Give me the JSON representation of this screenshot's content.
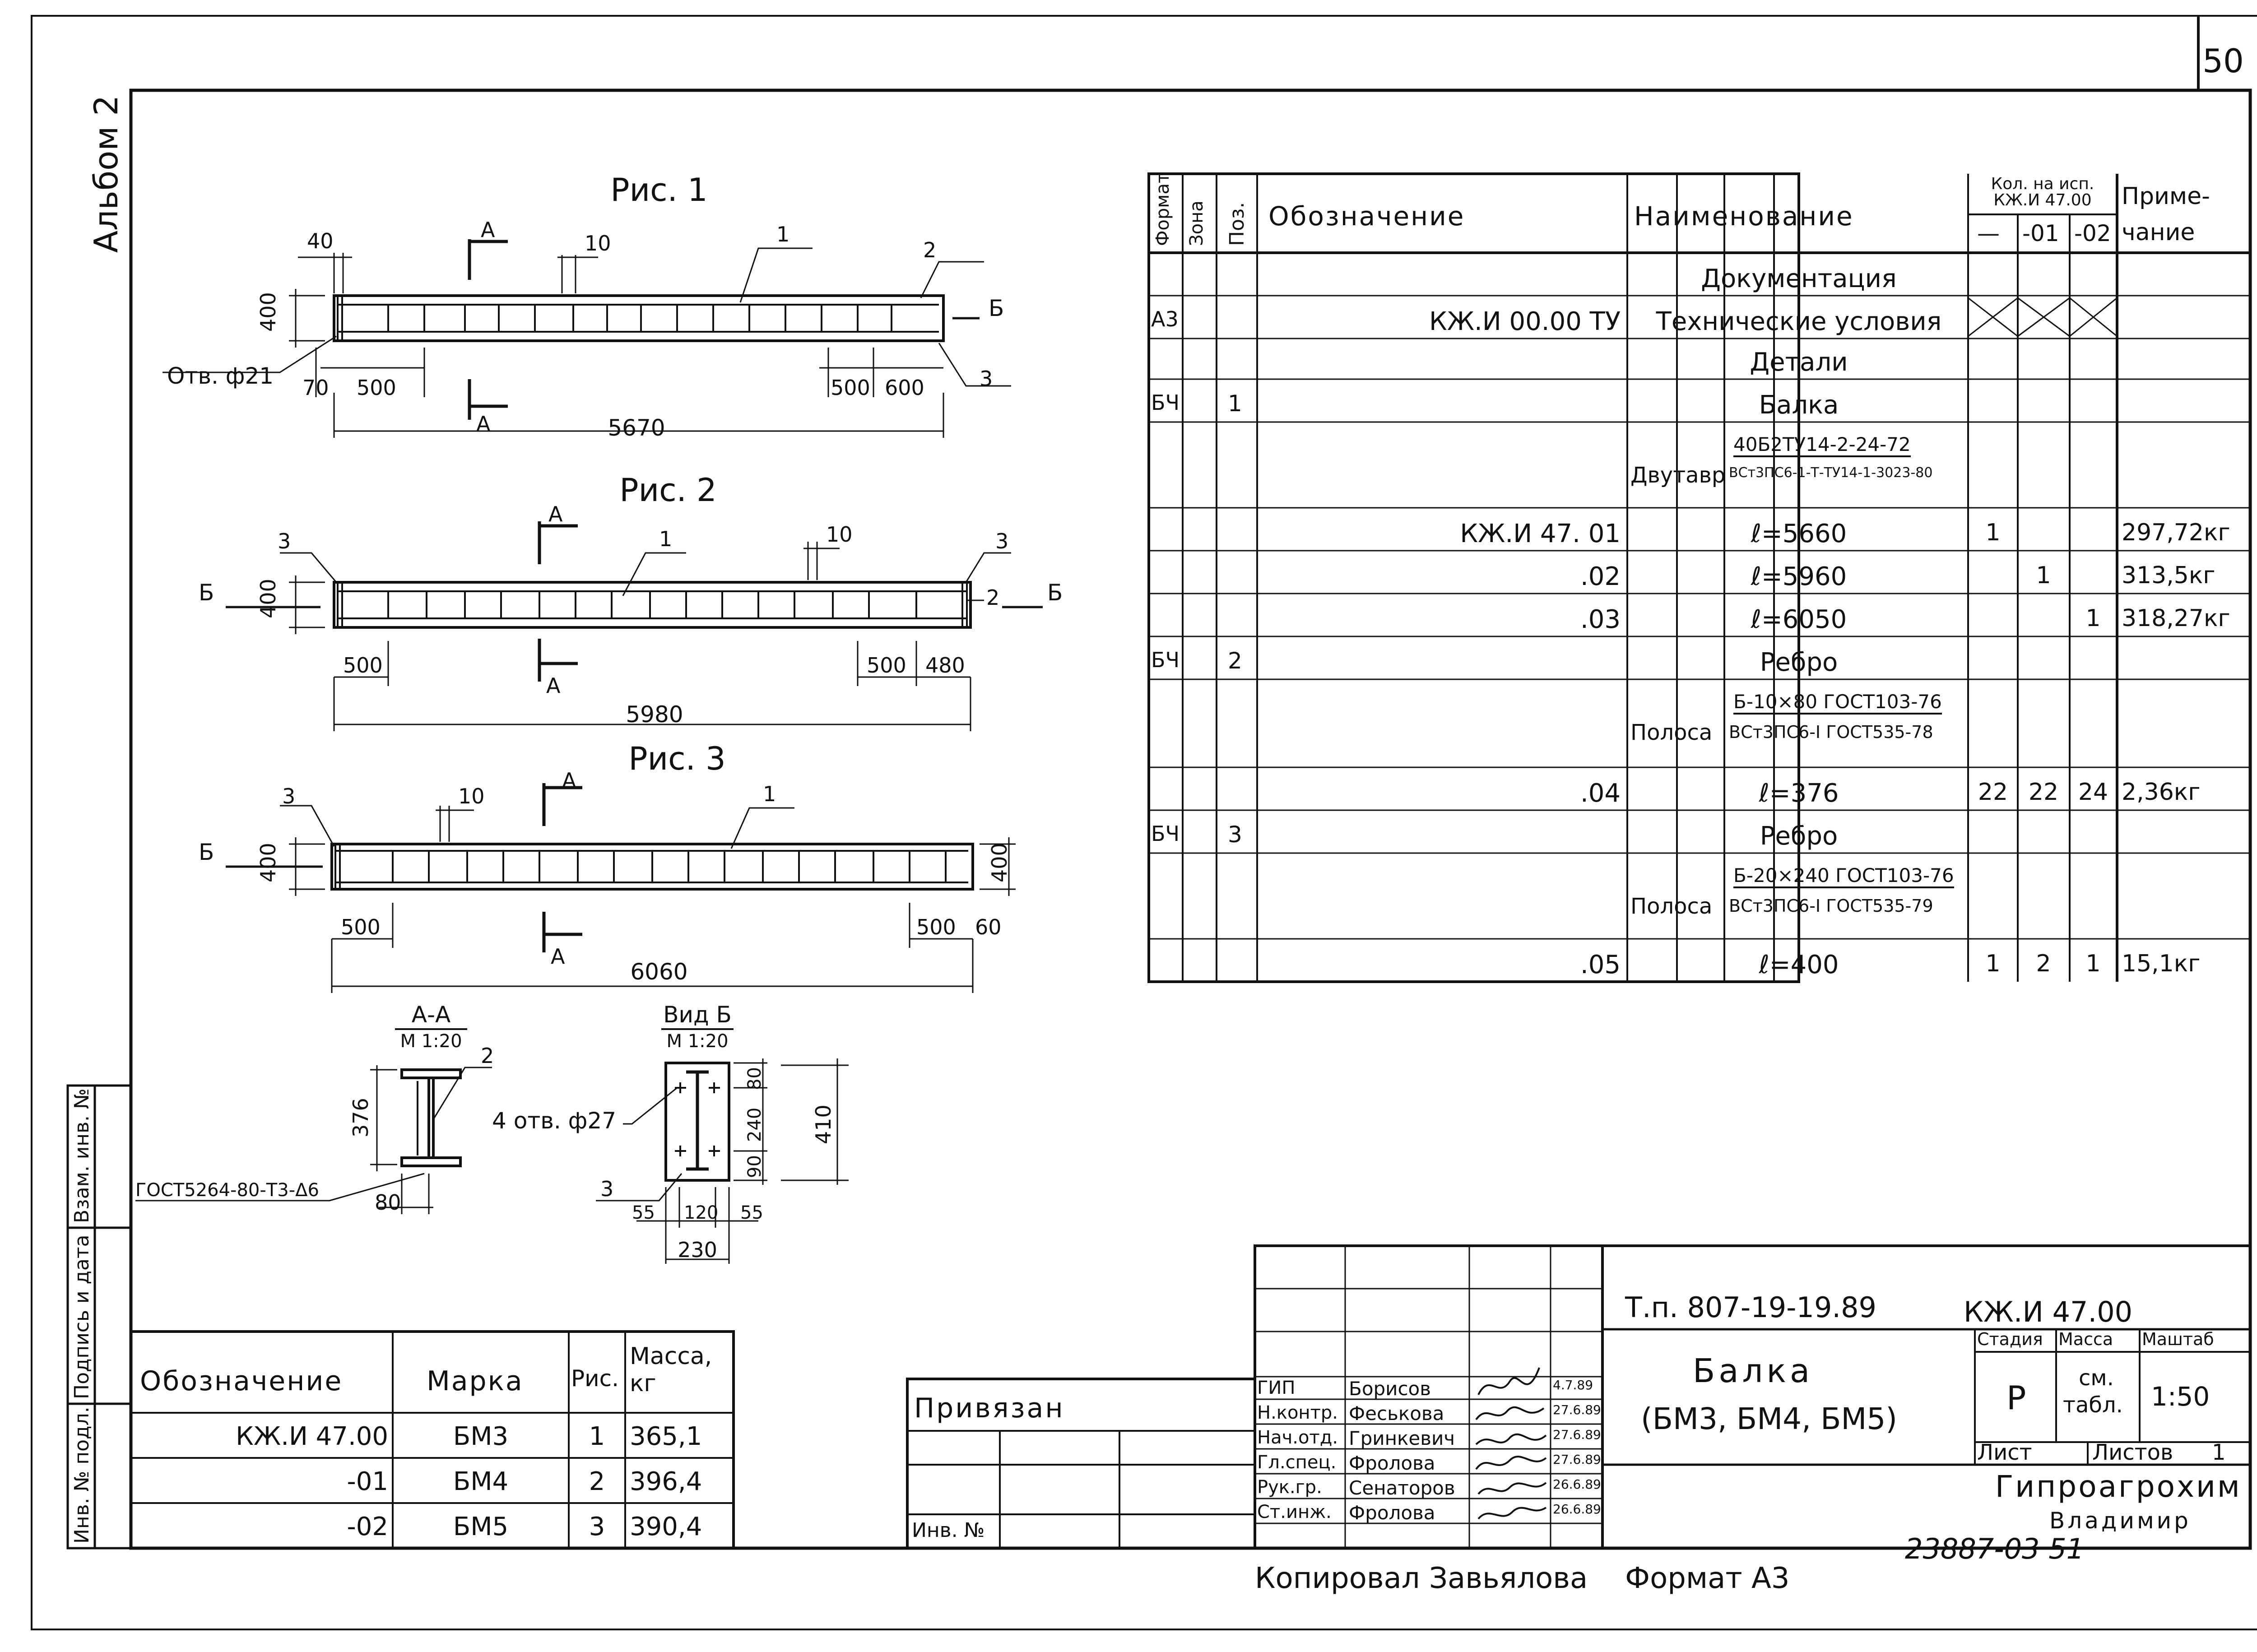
{
  "sheet": {
    "page_number": "50",
    "album": "Альбом 2",
    "copied_by": "Копировал Завьялова",
    "format": "Формат А3",
    "archive_number": "23887-03 51"
  },
  "drawing": {
    "fig1": {
      "title": "Рис. 1",
      "dims": [
        "40",
        "10",
        "400",
        "70",
        "500",
        "500",
        "600",
        "5670"
      ],
      "hole_label": "Отв. ф21",
      "section_mark": "А",
      "view_mark": "Б",
      "callouts": [
        "1",
        "2",
        "3"
      ]
    },
    "fig2": {
      "title": "Рис. 2",
      "dims": [
        "10",
        "400",
        "500",
        "500",
        "480",
        "5980"
      ],
      "section_mark": "А",
      "view_mark": "Б",
      "callouts": [
        "1",
        "2",
        "3",
        "3"
      ]
    },
    "fig3": {
      "title": "Рис. 3",
      "dims": [
        "10",
        "400",
        "400",
        "500",
        "500",
        "60",
        "6060"
      ],
      "section_mark": "А",
      "view_mark": "Б",
      "callouts": [
        "1",
        "3"
      ]
    },
    "section_aa": {
      "title": "А-А",
      "scale": "М 1:20",
      "dims": [
        "376",
        "80"
      ],
      "callout": "2",
      "weld_note": "ГОСТ5264-80-Т3-Δ6"
    },
    "view_b": {
      "title": "Вид Б",
      "scale": "М 1:20",
      "dims": [
        "80",
        "240",
        "90",
        "410",
        "55",
        "120",
        "55",
        "230"
      ],
      "holes_label": "4 отв. ф27",
      "callout": "3"
    }
  },
  "spec_table": {
    "headers": {
      "format": "Формат",
      "zone": "Зона",
      "pos": "Поз.",
      "designation": "Обозначение",
      "name": "Наименование",
      "qty": "Кол. на исп. КЖ.И 47.00",
      "qty_cols": [
        "—",
        "-01",
        "-02"
      ],
      "note": "Приме-чание"
    },
    "rows": [
      {
        "format": "",
        "pos": "",
        "designation": "",
        "name": "Документация",
        "q1": "",
        "q2": "",
        "q3": "",
        "note": ""
      },
      {
        "format": "А3",
        "pos": "",
        "designation": "КЖ.И 00.00 ТУ",
        "name": "Технические условия",
        "q1": "",
        "q2": "",
        "q3": "",
        "note": ""
      },
      {
        "format": "",
        "pos": "",
        "designation": "",
        "name": "Детали",
        "q1": "",
        "q2": "",
        "q3": "",
        "note": ""
      },
      {
        "format": "БЧ",
        "pos": "1",
        "designation": "",
        "name": "Балка",
        "q1": "",
        "q2": "",
        "q3": "",
        "note": ""
      },
      {
        "format": "",
        "pos": "",
        "designation": "",
        "name": "Двутавр",
        "q1": "",
        "q2": "",
        "q3": "",
        "note": ""
      },
      {
        "format": "",
        "pos": "",
        "designation": "КЖ.И 47. 01",
        "name": "ℓ=5660",
        "q1": "1",
        "q2": "",
        "q3": "",
        "note": "297,72кг"
      },
      {
        "format": "",
        "pos": "",
        "designation": ".02",
        "name": "ℓ=5960",
        "q1": "",
        "q2": "1",
        "q3": "",
        "note": "313,5кг"
      },
      {
        "format": "",
        "pos": "",
        "designation": ".03",
        "name": "ℓ=6050",
        "q1": "",
        "q2": "",
        "q3": "1",
        "note": "318,27кг"
      },
      {
        "format": "БЧ",
        "pos": "2",
        "designation": "",
        "name": "Ребро",
        "q1": "",
        "q2": "",
        "q3": "",
        "note": ""
      },
      {
        "format": "",
        "pos": "",
        "designation": "",
        "name": "Полоса",
        "q1": "",
        "q2": "",
        "q3": "",
        "note": ""
      },
      {
        "format": "",
        "pos": "",
        "designation": ".04",
        "name": "ℓ=376",
        "q1": "22",
        "q2": "22",
        "q3": "24",
        "note": "2,36кг"
      },
      {
        "format": "БЧ",
        "pos": "3",
        "designation": "",
        "name": "Ребро",
        "q1": "",
        "q2": "",
        "q3": "",
        "note": ""
      },
      {
        "format": "",
        "pos": "",
        "designation": "",
        "name": "Полоса",
        "q1": "",
        "q2": "",
        "q3": "",
        "note": ""
      },
      {
        "format": "",
        "pos": "",
        "designation": ".05",
        "name": "ℓ=400",
        "q1": "1",
        "q2": "2",
        "q3": "1",
        "note": "15,1кг"
      }
    ],
    "fractions": {
      "ibeam_top": "40Б2ТУ14-2-24-72",
      "ibeam_bottom": "ВСт3ПС6-1-Т-ТУ14-1-3023-80",
      "strip1_top": "Б-10×80 ГОСТ103-76",
      "strip1_bottom": "ВСт3ПС6-I ГОСТ535-78",
      "strip2_top": "Б-20×240 ГОСТ103-76",
      "strip2_bottom": "ВСт3ПС6-I ГОСТ535-79"
    }
  },
  "mark_table": {
    "headers": [
      "Обозначение",
      "Марка",
      "Рис.",
      "Масса, кг"
    ],
    "rows": [
      [
        "КЖ.И 47.00",
        "БМ3",
        "1",
        "365,1"
      ],
      [
        "-01",
        "БМ4",
        "2",
        "396,4"
      ],
      [
        "-02",
        "БМ5",
        "3",
        "390,4"
      ]
    ]
  },
  "left_strip": [
    "Инв. № подл.",
    "Подпись и дата",
    "Взам. инв. №"
  ],
  "privyazan": {
    "label": "Привязан",
    "inv": "Инв. №"
  },
  "title_block": {
    "doc_code": "Т.п. 807-19-19.89",
    "sheet_code": "КЖ.И 47.00",
    "title_line1": "Балка",
    "title_line2": "(БМ3, БМ4, БМ5)",
    "stage_h": "Стадия",
    "mass_h": "Масса",
    "scale_h": "Маштаб",
    "stage": "Р",
    "mass_line1": "см.",
    "mass_line2": "табл.",
    "scale": "1:50",
    "sheet_label": "Лист",
    "sheets_label": "Листов",
    "sheets": "1",
    "org_line1": "Гипроагрохим",
    "org_line2": "Владимир",
    "signers": [
      {
        "role": "ГИП",
        "name": "Борисов",
        "date": "4.7.89"
      },
      {
        "role": "Н.контр.",
        "name": "Феськова",
        "date": "27.6.89"
      },
      {
        "role": "Нач.отд.",
        "name": "Гринкевич",
        "date": "27.6.89"
      },
      {
        "role": "Гл.спец.",
        "name": "Фролова",
        "date": "27.6.89"
      },
      {
        "role": "Рук.гр.",
        "name": "Сенаторов",
        "date": "26.6.89"
      },
      {
        "role": "Ст.инж.",
        "name": "Фролова",
        "date": "26.6.89"
      }
    ]
  }
}
